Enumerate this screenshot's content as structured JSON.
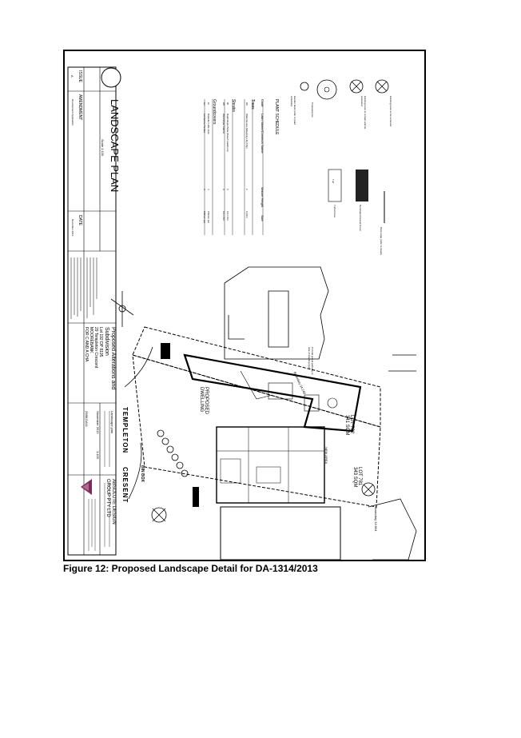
{
  "caption": "Figure 12: Proposed Landscape Detail for DA-1314/2013",
  "plan": {
    "title": "LANDSCAPE PLAN",
    "scale": "Scale 1:100",
    "issue_header": "ISSUE",
    "amendment_header": "AMENDMENT",
    "date_header": "DATE",
    "issue_value": "A",
    "amendment_value": "Development Application",
    "date_value": "November 2013",
    "project_line1": "Proposed Alterations and",
    "project_line2": "Subdivision",
    "project_line3": "Lot 192 DP 8195",
    "project_line4": "29 Templeton Crescent",
    "project_line5": "MOOREBANK",
    "project_line6": "FOR C AND A CHA",
    "firm_line1": "ABSOLUTE DESIGN",
    "firm_line2": "GROUP PTY LTD",
    "drawing_title": "Landscape plan",
    "date_small": "November 2013",
    "scale_small": "1:100",
    "job_no": "2588-DA11",
    "street": "TEMPLETON",
    "street2": "CRESENT",
    "bin_label": "BIN BOX",
    "schedule": {
      "heading": "PLANT SCHEDULE",
      "code_label": "Code",
      "name_label": "Latin Name/Common Name",
      "qty_label": "Mature Height",
      "size_label": "Size",
      "trees_label": "Trees",
      "shrubs_label": "Shrubs",
      "ground_label": "Groundcovers",
      "rows": [
        {
          "code": "Wt",
          "name": "Waterhousia (Weeping Lilly Pilly)",
          "height": "2",
          "size": "6-10m"
        },
        {
          "code": "Rf",
          "name": "Raphiolepis Bella (Dwarf Hawthorn)",
          "height": "6",
          "size": "0.6-1.5m"
        },
        {
          "code": "Wf",
          "name": "Westringia 'Glabra'",
          "height": "6",
          "size": "0.6-1.5m"
        },
        {
          "code": "Ci",
          "name": "Dianella 'Little Jess'",
          "height": "3",
          "size": "150mm pot"
        },
        {
          "code": "Lo",
          "name": "Lomandra 'Tanika'",
          "height": "3",
          "size": "150mm pot"
        }
      ]
    },
    "legend": {
      "existing_removed": "Existing trees to be removed",
      "existing_retained": "Existing trees to remain and be protected",
      "proposed_tree": "Proposed tree",
      "garden_beds": "Garden beds (refer to plant schedule)",
      "brick_edge": "Brick edge (refer to detail)",
      "river_gravel": "Nominated Gravel Cover",
      "turf": "Turfed Area",
      "turf_short": "Turf"
    },
    "lots": {
      "lot_782": "LOT 782",
      "lot_782_area": "341 SQM",
      "lot_781": "LOT 781",
      "lot_781_area": "343 SQM",
      "proposed": "PROPOSED",
      "dwelling": "DWELLING",
      "new_area": "NEW AREA",
      "boundary_1": "Boundary 34.248",
      "boundary_2": "Boundary 32.604",
      "privacy_note": "Provide gravel pathway to side of dwelling (typ)"
    }
  }
}
